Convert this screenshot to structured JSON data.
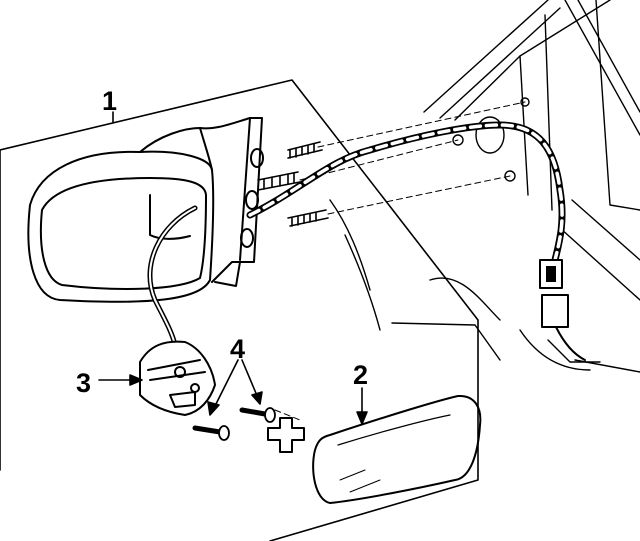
{
  "diagram": {
    "type": "exploded-parts-diagram",
    "callouts": [
      {
        "number": "1",
        "part": "mirror-assembly"
      },
      {
        "number": "2",
        "part": "mirror-glass"
      },
      {
        "number": "3",
        "part": "motor"
      },
      {
        "number": "4",
        "part": "screws"
      }
    ]
  }
}
